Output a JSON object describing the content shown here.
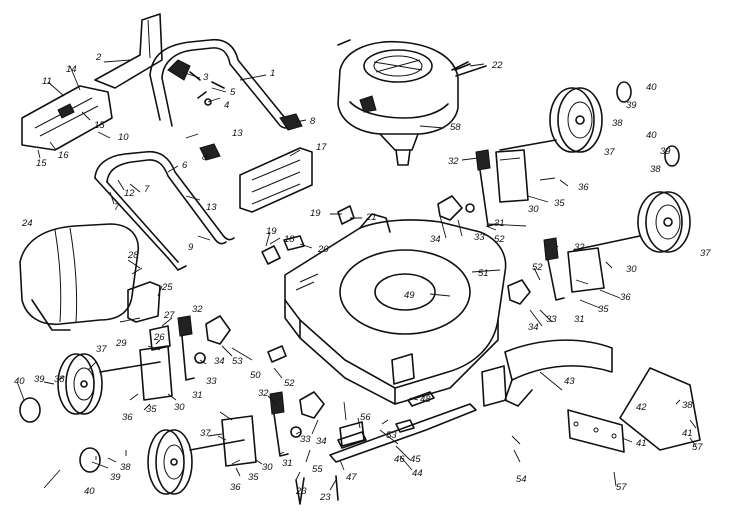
{
  "callouts": {
    "c1": "1",
    "c2": "2",
    "c3": "3",
    "c4": "4",
    "c5": "5",
    "c6": "6",
    "c7": "7",
    "c8": "8",
    "c9": "9",
    "c10": "10",
    "c11": "11",
    "c12": "12",
    "c13": "13",
    "c14": "14",
    "c15": "15",
    "c16": "16",
    "c17": "17",
    "c18": "18",
    "c19": "19",
    "c20": "20",
    "c21": "21",
    "c22": "22",
    "c23": "23",
    "c24": "24",
    "c25": "25",
    "c26": "26",
    "c27": "27",
    "c28": "28",
    "c29": "29",
    "c30": "30",
    "c31": "31",
    "c32": "32",
    "c33": "33",
    "c34": "34",
    "c35": "35",
    "c36": "36",
    "c37": "37",
    "c38": "38",
    "c39": "39",
    "c40": "40",
    "c41": "41",
    "c42": "42",
    "c43": "43",
    "c44": "44",
    "c45": "45",
    "c46": "46",
    "c47": "47",
    "c48": "48",
    "c49": "49",
    "c50": "50",
    "c51": "51",
    "c52": "52",
    "c53": "53",
    "c54": "54",
    "c55": "55",
    "c56": "56",
    "c57": "57",
    "c58": "58"
  }
}
